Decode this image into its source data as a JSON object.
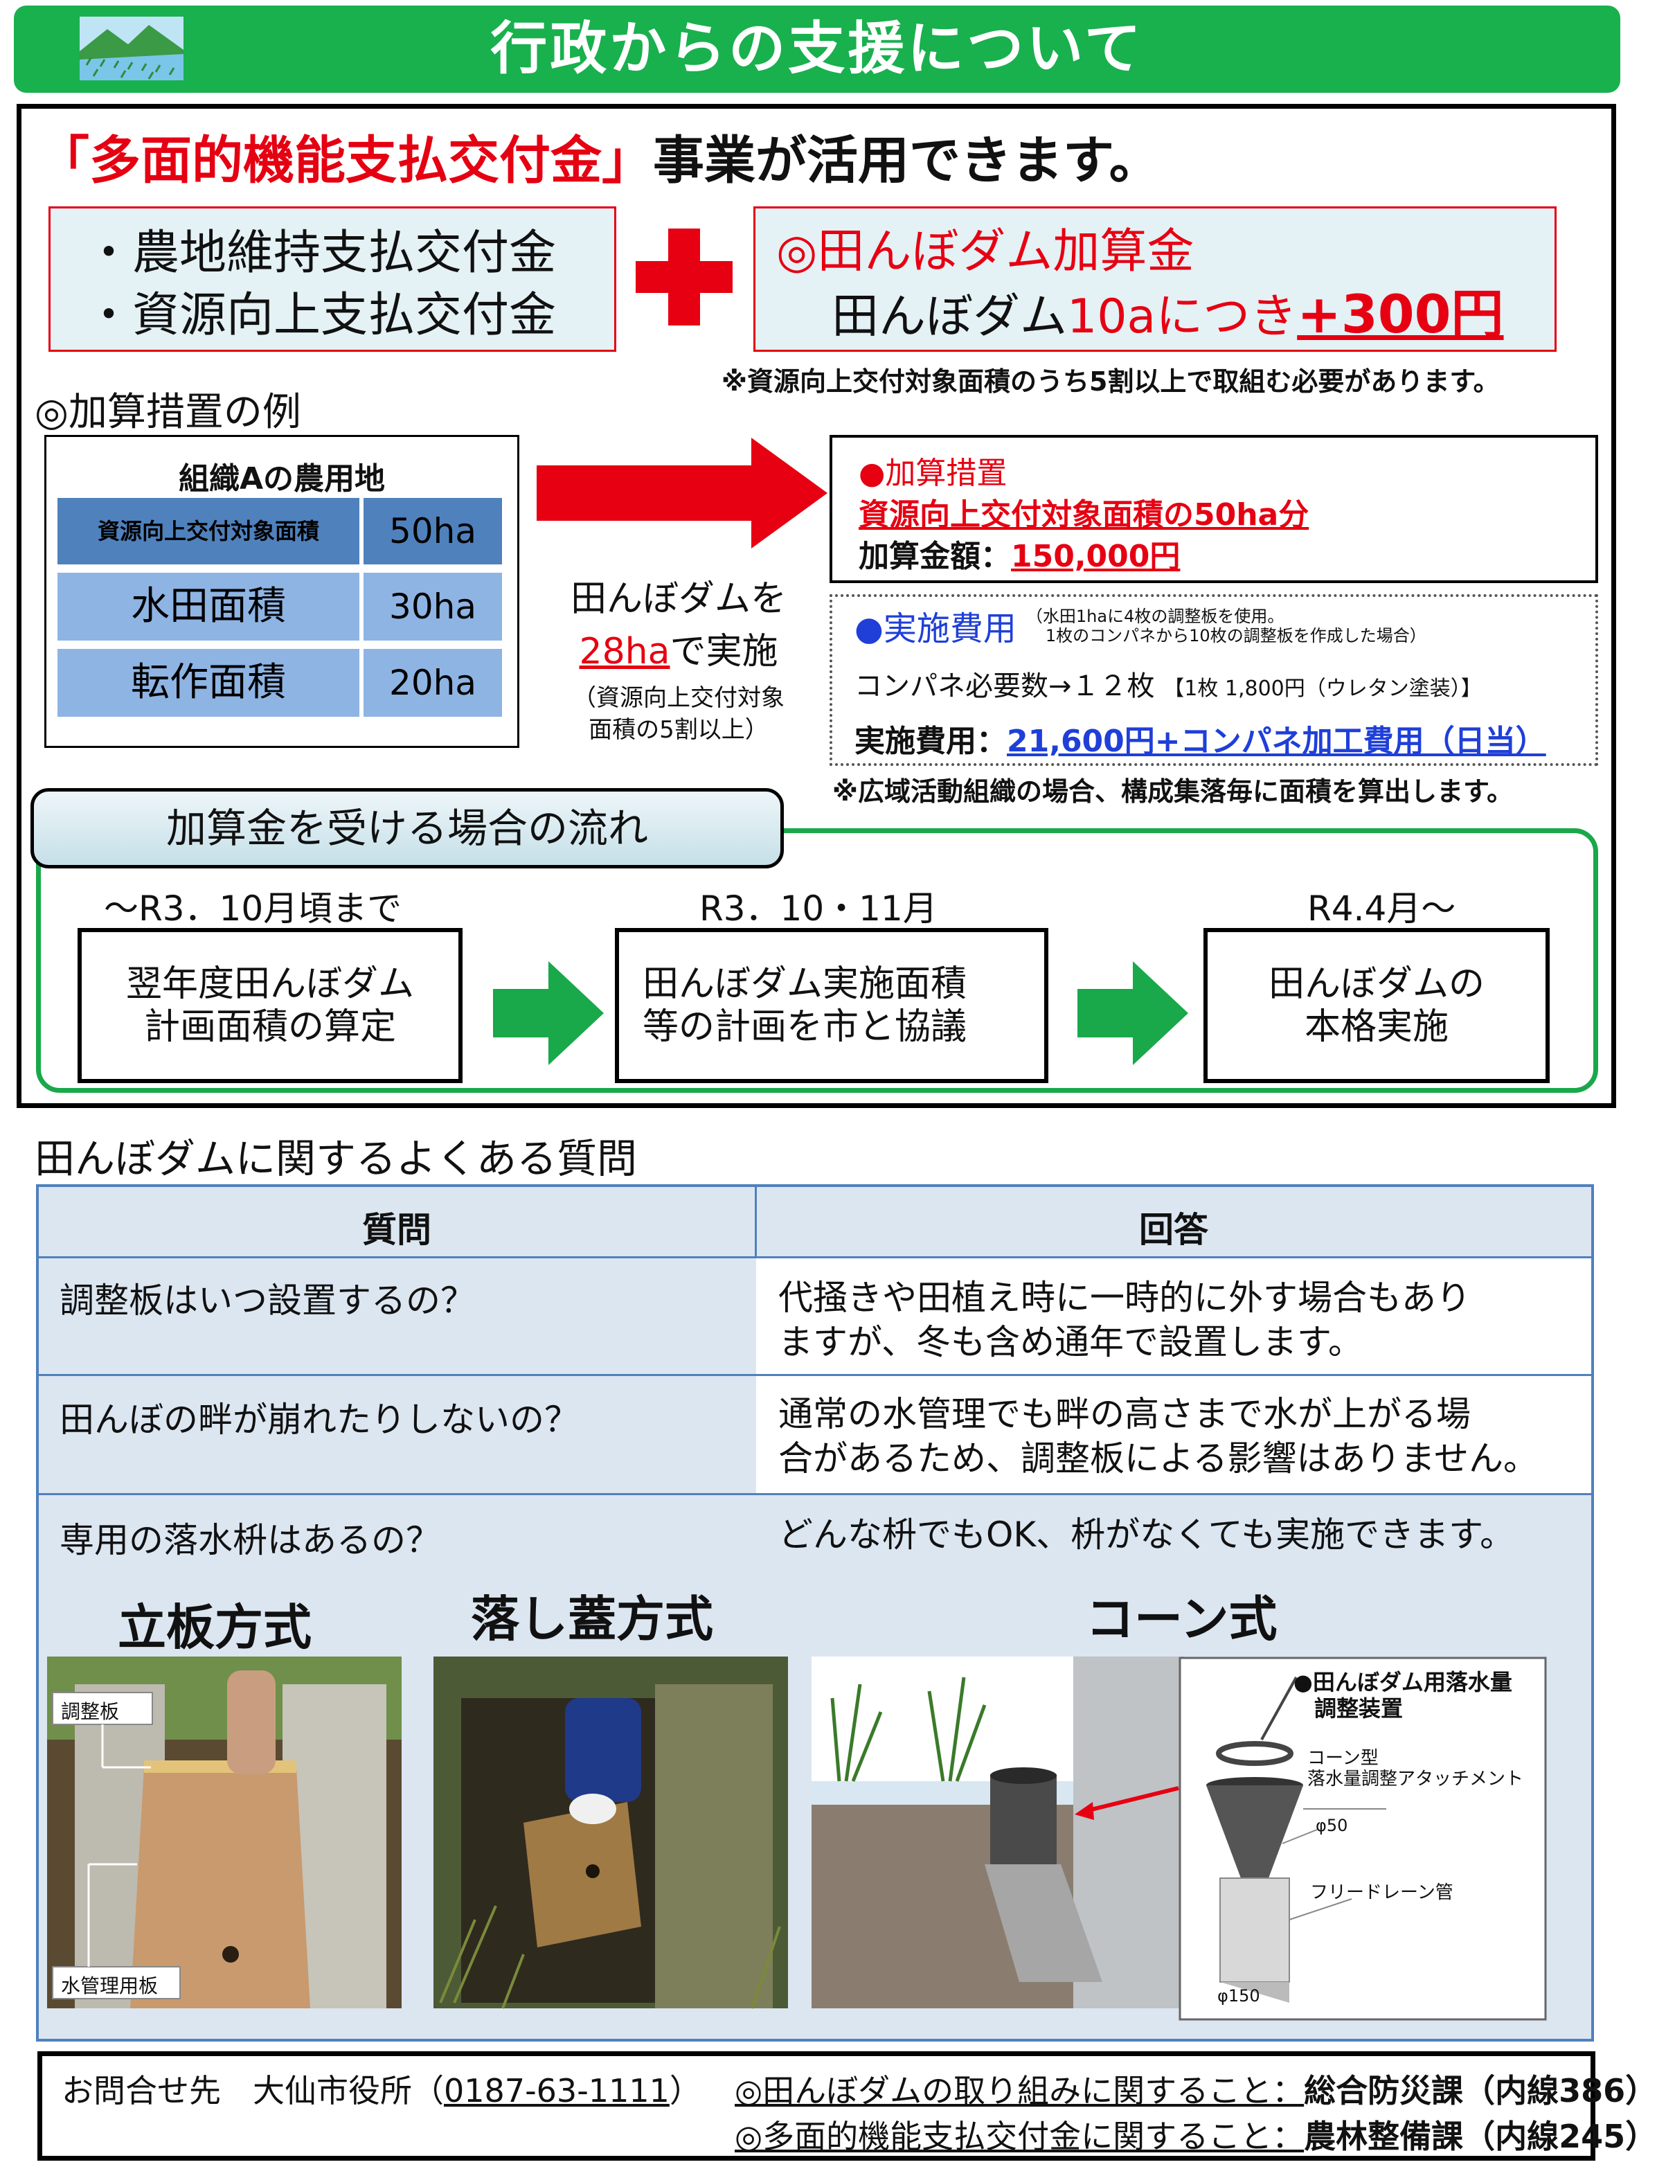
{
  "header": {
    "title": "行政からの支援について"
  },
  "headline": {
    "quoted": "「多面的機能支払交付金」",
    "rest": "事業が活用できます。"
  },
  "payments": {
    "item1": "・農地維持支払交付金",
    "item2": "・資源向上支払交付金"
  },
  "bonus": {
    "line1": "◎田んぼダム加算金",
    "line2_prefix": "田んぼダム",
    "line2_mid": "10aにつき",
    "line2_amount": "+300円"
  },
  "note1": "※資源向上交付対象面積のうち5割以上で取組む必要があります。",
  "example_title": "◎加算措置の例",
  "org": {
    "title": "組織Aの農用地",
    "rows": [
      {
        "label": "資源向上交付対象面積",
        "value": "50ha"
      },
      {
        "label": "水田面積",
        "value": "30ha"
      },
      {
        "label": "転作面積",
        "value": "20ha"
      }
    ]
  },
  "implement": {
    "line1": "田んぼダムを",
    "area": "28ha",
    "suffix": "で実施",
    "sub1": "（資源向上交付対象",
    "sub2": "面積の5割以上）"
  },
  "addition": {
    "title": "●加算措置",
    "line1": "資源向上交付対象面積の50ha分",
    "amount_label": "加算金額：",
    "amount": "150,000円"
  },
  "cost": {
    "title": "●実施費用",
    "note1": "（水田1haに4枚の調整板を使用。",
    "note2": "1枚のコンパネから10枚の調整板を作成した場合）",
    "panels": "コンパネ必要数→１２枚",
    "panels_price": "【1枚 1,800円（ウレタン塗装）】",
    "label": "実施費用：",
    "value": "21,600円+コンパネ加工費用（日当）"
  },
  "note2": "※広域活動組織の場合、構成集落毎に面積を算出します。",
  "flow": {
    "label": "加算金を受ける場合の流れ",
    "steps": [
      {
        "date": "〜R3．10月頃まで",
        "l1": "翌年度田んぼダム",
        "l2": "計画面積の算定"
      },
      {
        "date": "R3．10・11月",
        "l1": "田んぼダム実施面積",
        "l2": "等の計画を市と協議"
      },
      {
        "date": "R4.4月〜",
        "l1": "田んぼダムの",
        "l2": "本格実施"
      }
    ]
  },
  "faq": {
    "title": "田んぼダムに関するよくある質問",
    "header_q": "質問",
    "header_a": "回答",
    "rows": [
      {
        "q": "調整板はいつ設置するの？",
        "a1": "代掻きや田植え時に一時的に外す場合もあり",
        "a2": "ますが、冬も含め通年で設置します。"
      },
      {
        "q": "田んぼの畔が崩れたりしないの？",
        "a1": "通常の水管理でも畔の高さまで水が上がる場",
        "a2": "合があるため、調整板による影響はありません。"
      },
      {
        "q": "専用の落水枡はあるの？",
        "a1": "どんな枡でもOK、枡がなくても実施できます。",
        "a2": ""
      }
    ]
  },
  "methods": {
    "m1": "立板方式",
    "m2": "落し蓋方式",
    "m3": "コーン式",
    "photo1_label1": "調整板",
    "photo1_label2": "水管理用板",
    "device_title1": "●田んぼダム用落水量",
    "device_title2": "調整装置",
    "device_l1": "コーン型",
    "device_l2": "落水量調整アタッチメント",
    "device_l3": "φ50",
    "device_l4": "フリードレーン管",
    "device_l5": "φ150"
  },
  "contact": {
    "label": "お問合せ先",
    "office": "大仙市役所（",
    "tel": "0187-63-1111",
    "close": "）",
    "c1_text": "◎田んぼダムの取り組みに関すること：",
    "c1_dept": "総合防災課（内線386）",
    "c2_text": "◎多面的機能支払交付金に関すること：",
    "c2_dept": "農林整備課（内線245）"
  },
  "colors": {
    "green": "#19b04e",
    "red": "#e60012",
    "blue": "#1f3fd8",
    "cell": "#8eb4e3",
    "cell_dark": "#4f81bd",
    "table_head": "#dce6f1"
  }
}
